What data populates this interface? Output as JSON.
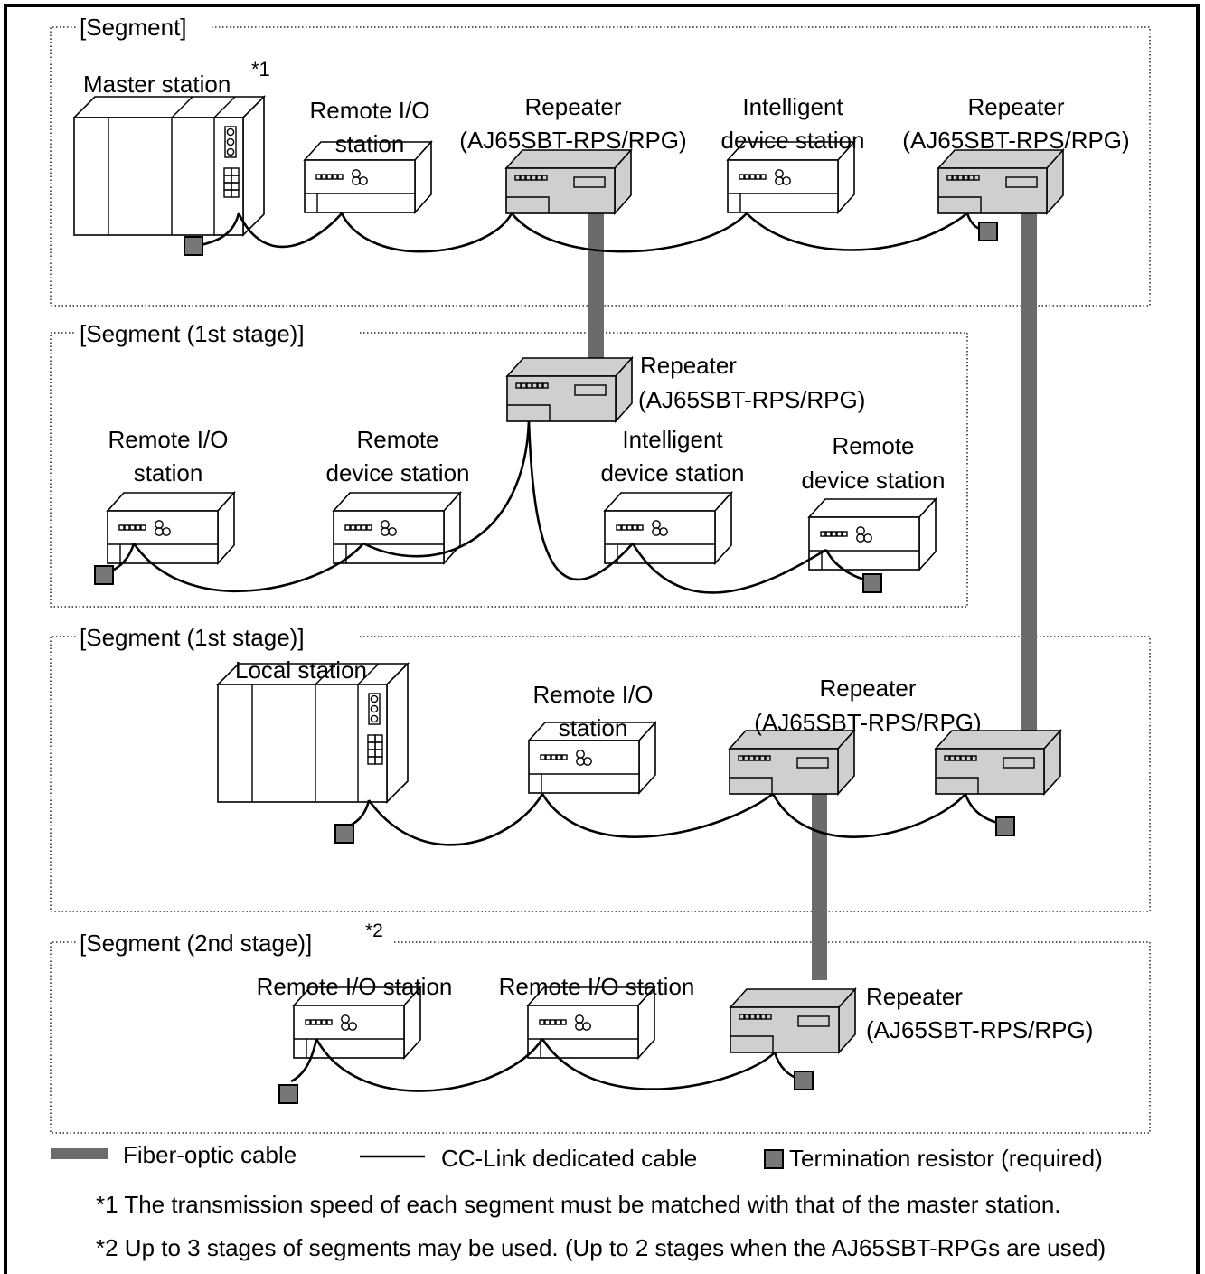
{
  "segments": {
    "top": "[Segment]",
    "first_a": "[Segment (1st stage)]",
    "first_b": "[Segment (1st stage)]",
    "second": "[Segment (2nd stage)]",
    "second_note": "*2"
  },
  "labels": {
    "master_line1": "Master station",
    "master_note": "*1",
    "remote_io_line1": "Remote I/O",
    "remote_io_line2": "station",
    "repeater_line1": "Repeater",
    "repeater_line2": "(AJ65SBT-RPS/RPG)",
    "intelligent_line1": "Intelligent",
    "intelligent_line2": "device station",
    "remote_dev_line1": "Remote",
    "remote_dev_line2": "device station",
    "local_station": "Local station",
    "remote_io_station": "Remote I/O station"
  },
  "legend": {
    "fiber": "Fiber-optic cable",
    "cclink": "CC-Link dedicated cable",
    "term": "Termination resistor (required)"
  },
  "notes": {
    "n1": "*1 The transmission speed of each segment must be matched with that of the master station.",
    "n2": "*2 Up to 3 stages of segments may be used. (Up to 2 stages when the AJ65SBT-RPGs are used)"
  }
}
